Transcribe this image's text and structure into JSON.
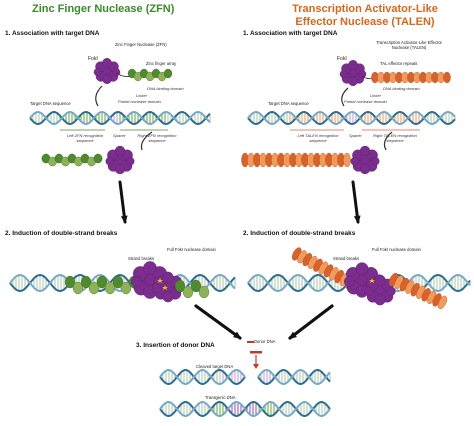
{
  "titles": {
    "zfn": "Zinc Finger Nuclease (ZFN)",
    "talen": "Transcription Activator-Like Effector Nuclease (TALEN)"
  },
  "steps": {
    "zfn_1": "1. Association with target DNA",
    "talen_1": "1. Association with target DNA",
    "zfn_2": "2. Induction of double-strand breaks",
    "talen_2": "2. Induction of double-strand breaks",
    "step_3": "3. Insertion of donor DNA"
  },
  "zfn_labels": {
    "protein_name": "Zinc Finger Nuclease (ZFN)",
    "foki": "FokI",
    "zinc_finger_array": "Zinc finger array",
    "dna_binding_domain": "DNA binding domain",
    "linker": "Linker",
    "partial_nuclease_domain": "Partial nuclease domain",
    "target_dna_sequence": "Target DNA sequence",
    "left_recognition": "Left ZFN recognition sequence",
    "spacer": "Spacer",
    "right_recognition": "Right ZFN recognition sequence",
    "full_nuclease_domain": "Full FokI nuclease domain",
    "strand_breaks": "Strand breaks"
  },
  "talen_labels": {
    "protein_name": "Transcription Activator-Like Effector Nuclease (TALEN)",
    "foki": "FokI",
    "tal_effector_repeats": "TAL effector repeats",
    "dna_binding_domain": "DNA binding domain",
    "linker": "Linker",
    "partial_nuclease_domain": "Partial nuclease domain",
    "target_dna_sequence": "Target DNA sequence",
    "left_recognition": "Left TALEN recognition sequence",
    "spacer": "Spacer",
    "right_recognition": "Right TALEN recognition sequence",
    "full_nuclease_domain": "Full FokI nuclease domain",
    "strand_breaks": "Strand breaks"
  },
  "insertion_labels": {
    "donor_dna": "Donor DNA",
    "cleaved_target_dna": "Cleaved target DNA",
    "transgenic_dna": "Transgenic DNA"
  },
  "colors": {
    "zfn_title": "#3b8a2c",
    "talen_title": "#d2691e",
    "foki": "#7b2d8e",
    "zinc_finger": "#4f8a2e",
    "zinc_finger_light": "#8db25a",
    "tal_repeat": "#d9622b",
    "tal_repeat_light": "#f09a5b",
    "dna_strand_a": "#2c6e8f",
    "dna_strand_b": "#78a9c4",
    "dna_rungs": "#b5c9b0",
    "donor": "#c0392b",
    "transgene": "#9b59b6",
    "arrow": "#111111"
  }
}
